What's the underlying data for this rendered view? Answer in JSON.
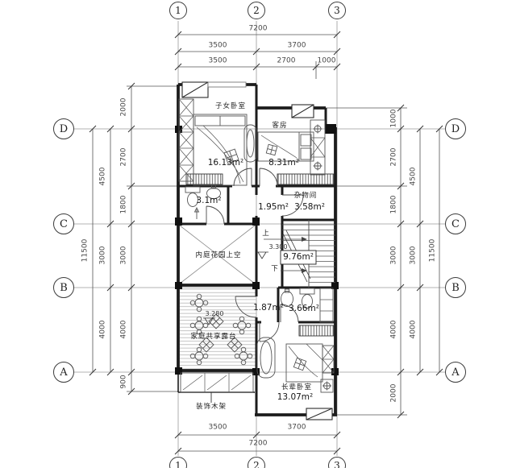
{
  "grid": {
    "cols": [
      "1",
      "2",
      "3"
    ],
    "rows": [
      "D",
      "C",
      "B",
      "A"
    ]
  },
  "dims": {
    "top": {
      "total": "7200",
      "pair": [
        "3500",
        "3700"
      ],
      "triple": [
        "3500",
        "2700",
        "1000"
      ]
    },
    "bottom": {
      "pair": [
        "3500",
        "3700"
      ],
      "total": "7200"
    },
    "left": {
      "outer": "11500",
      "mid": [
        "4500",
        "3000",
        "4000"
      ],
      "inner": [
        "2000",
        "2700",
        "1800",
        "3000",
        "4000",
        "900"
      ]
    },
    "right": {
      "outer": "11500",
      "mid": [
        "4500",
        "3000",
        "4000"
      ],
      "inner": [
        "1000",
        "2700",
        "1800",
        "3000",
        "4000",
        "2000"
      ]
    }
  },
  "rooms": {
    "kids_bedroom": {
      "name": "子女卧室",
      "area": "16.13m²"
    },
    "guest_room": {
      "name": "客房",
      "area": "8.31m²"
    },
    "bath_upper": {
      "area": "3.1m²"
    },
    "hall_upper": {
      "area": "1.95m²"
    },
    "storage": {
      "name": "杂物间",
      "area": "3.58m²"
    },
    "stairs": {
      "area": "9.76m²",
      "up": "上",
      "down": "下",
      "level": "3.300"
    },
    "courtyard": {
      "name": "内庭花园上空"
    },
    "terrace": {
      "name": "家庭共享露台",
      "level": "3.280"
    },
    "hall_lower": {
      "area": "1.87m²"
    },
    "bath_lower": {
      "area": "3.66m²"
    },
    "elder_bedroom": {
      "name": "长辈卧室",
      "area": "13.07m²"
    },
    "trellis": {
      "name": "装饰木架"
    }
  },
  "colors": {
    "wall": "#1c1c1c",
    "gridline": "#9a9a9a",
    "dimline": "#555555"
  }
}
